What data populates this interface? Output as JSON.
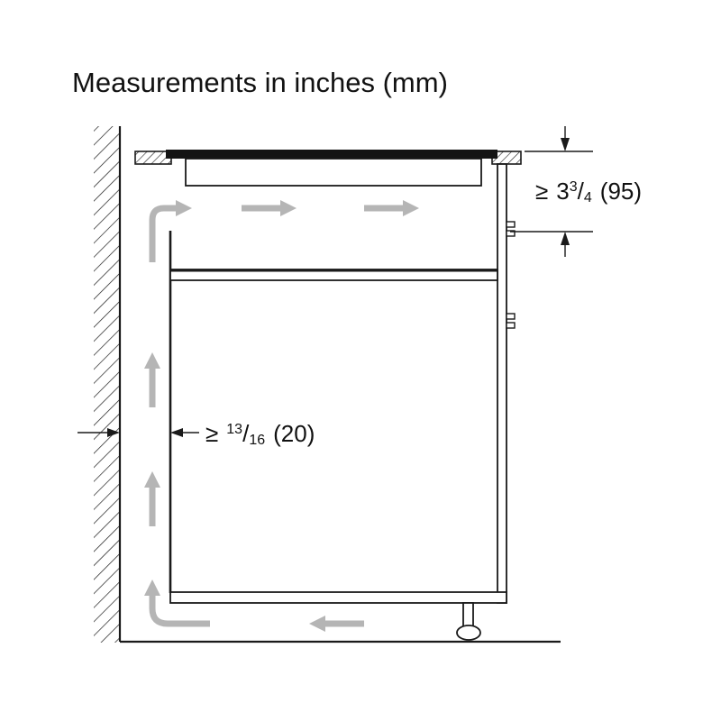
{
  "title": "Measurements in inches (mm)",
  "dimensions": {
    "clearance_below": {
      "text": "≥ 3 3/4 (95)",
      "geq": "≥",
      "whole": "3",
      "num": "3",
      "slash": "/",
      "den": "4",
      "mm": "(95)"
    },
    "rear_gap": {
      "text": "≥ 13/16 (20)",
      "geq": "≥",
      "num": "13",
      "slash": "/",
      "den": "16",
      "mm": "(20)"
    }
  },
  "colors": {
    "line": "#1a1a1a",
    "airflow_arrow": "#b5b5b5",
    "cooktop_glass": "#141414",
    "background": "#ffffff"
  }
}
